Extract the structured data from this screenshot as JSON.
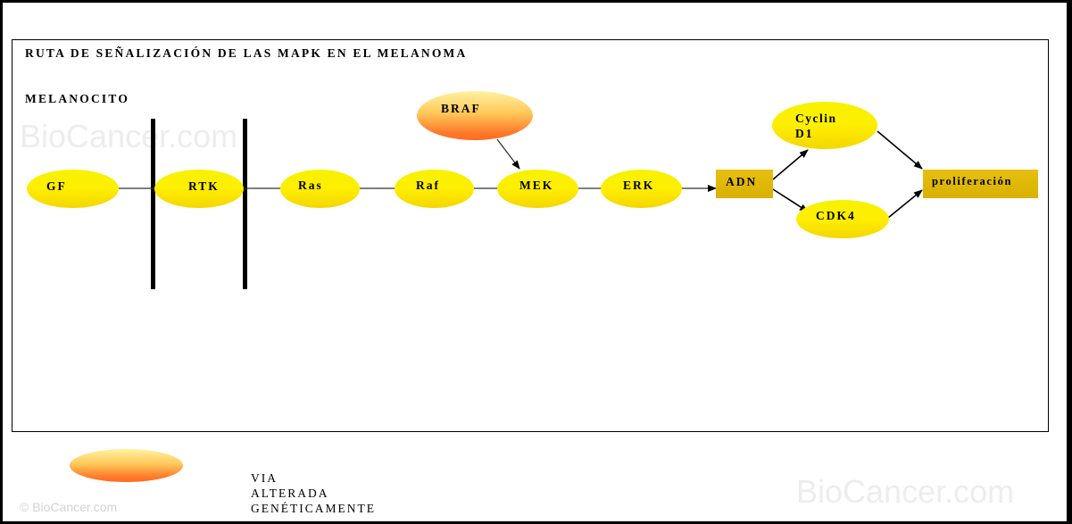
{
  "diagram": {
    "title": "RUTA DE SEÑALIZACIÓN DE LAS MAPK EN EL MELANOMA",
    "cell_label": "MELANOCITO",
    "nodes": {
      "gf": "GF",
      "rtk": "RTK",
      "ras": "Ras",
      "raf": "Raf",
      "braf": "BRAF",
      "mek": "MEK",
      "erk": "ERK",
      "adn": "ADN",
      "cyclin_line1": "Cyclin",
      "cyclin_line2": "D1",
      "cdk4": "CDK4",
      "proliferacion": "proliferación"
    },
    "edges": [
      [
        "GF",
        "RTK"
      ],
      [
        "RTK",
        "Ras"
      ],
      [
        "Ras",
        "Raf"
      ],
      [
        "Raf",
        "MEK"
      ],
      [
        "BRAF",
        "MEK"
      ],
      [
        "MEK",
        "ERK"
      ],
      [
        "ERK",
        "ADN"
      ],
      [
        "ADN",
        "Cyclin D1"
      ],
      [
        "ADN",
        "CDK4"
      ],
      [
        "Cyclin D1",
        "proliferación"
      ],
      [
        "CDK4",
        "proliferación"
      ]
    ],
    "colors": {
      "normal_node": "#ffee00",
      "altered_node": "#ff7a2a",
      "box": "#dfb808"
    }
  },
  "legend": {
    "line1": "VIA",
    "line2": "ALTERADA",
    "line3": "GENÉTICAMENTE"
  },
  "watermarks": {
    "top_left": "BioCancer.com",
    "bottom_right": "BioCancer.com",
    "copyright": "© BioCancer.com"
  }
}
